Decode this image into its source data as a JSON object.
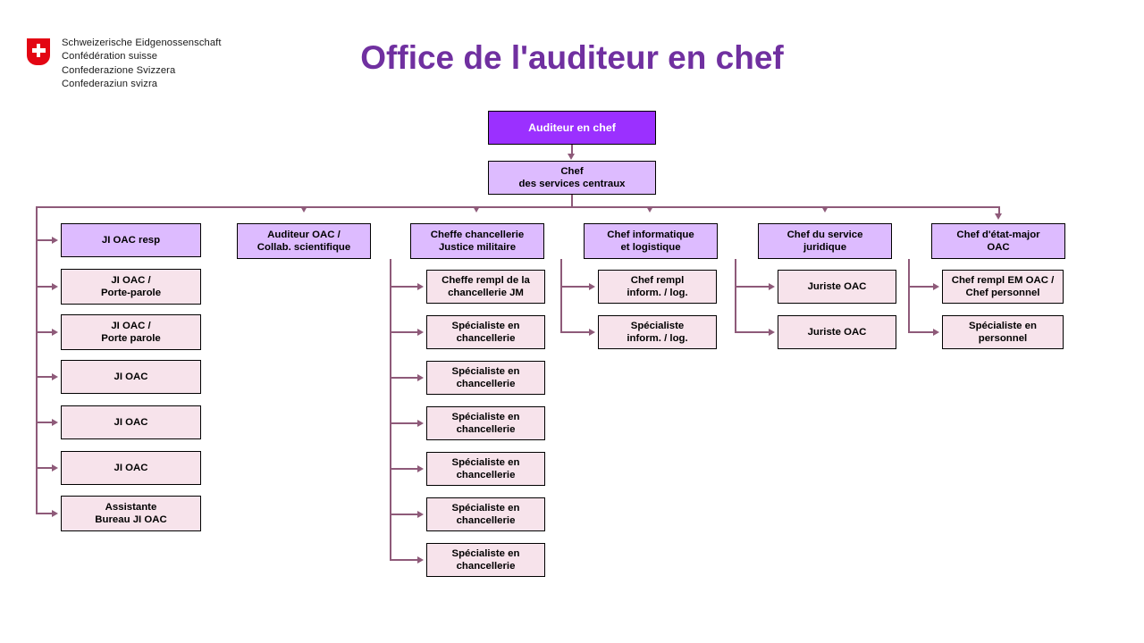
{
  "logo": {
    "emblem": "swiss-cross-shield",
    "lines": [
      "Schweizerische Eidgenossenschaft",
      "Confédération suisse",
      "Confederazione Svizzera",
      "Confederaziun svizra"
    ]
  },
  "title": "Office de l'auditeur en chef",
  "colors": {
    "title": "#7030a0",
    "root_fill": "#9b30ff",
    "head_fill": "#ddbbff",
    "item_fill": "#f7e3eb",
    "connector": "#8e5a79",
    "border": "#000000",
    "flag_red": "#e30613"
  },
  "chart_data": {
    "type": "org-chart",
    "root": {
      "label": "Auditeur en chef",
      "style": "root"
    },
    "second": {
      "label": "Chef\nHdes services centraux",
      "style": "head"
    },
    "second_label": "Chef\ndes services centraux",
    "columns": [
      {
        "head": "JI OAC resp",
        "items": [
          "JI OAC /\nPorte-parole",
          "JI OAC /\nPorte parole",
          "JI OAC",
          "JI OAC",
          "JI OAC",
          "Assistante\nBureau JI OAC"
        ]
      },
      {
        "head": "Auditeur OAC /\nCollab. scientifique",
        "items": []
      },
      {
        "head": "Cheffe chancellerie\nJustice militaire",
        "items": [
          "Cheffe rempl de la\nchancellerie JM",
          "Spécialiste en\nchancellerie",
          "Spécialiste en\nchancellerie",
          "Spécialiste en\nchancellerie",
          "Spécialiste en\nchancellerie",
          "Spécialiste en\nchancellerie",
          "Spécialiste en\nchancellerie"
        ]
      },
      {
        "head": "Chef informatique\net logistique",
        "items": [
          "Chef rempl\ninform. / log.",
          "Spécialiste\ninform. /  log."
        ]
      },
      {
        "head": "Chef du service\njuridique",
        "items": [
          "Juriste OAC",
          "Juriste OAC"
        ]
      },
      {
        "head": "Chef d'état-major\nOAC",
        "items": [
          "Chef rempl EM OAC /\nChef personnel",
          "Spécialiste en\npersonnel"
        ]
      }
    ]
  }
}
